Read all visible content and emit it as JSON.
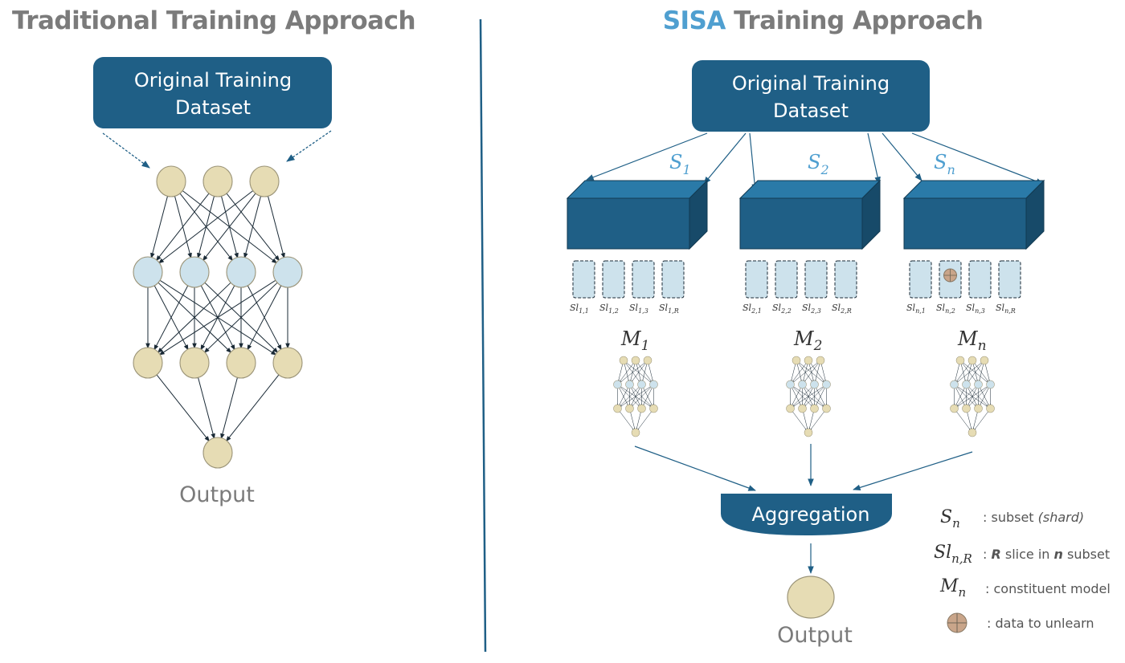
{
  "left": {
    "title": "Traditional Training Approach",
    "dataset_box": {
      "line1": "Original Training",
      "line2": "Dataset"
    },
    "network_layers": [
      3,
      4,
      4,
      1
    ],
    "output_label": "Output"
  },
  "right": {
    "title_accent": "SISA",
    "title_rest": " Training Approach",
    "dataset_box": {
      "line1": "Original Training",
      "line2": "Dataset"
    },
    "shards": [
      {
        "label_base": "S",
        "label_sub": "1",
        "model_base": "M",
        "model_sub": "1",
        "slices": [
          {
            "base": "Sl",
            "sub": "1,1"
          },
          {
            "base": "Sl",
            "sub": "1,2"
          },
          {
            "base": "Sl",
            "sub": "1,3"
          },
          {
            "base": "Sl",
            "sub": "1,R"
          }
        ]
      },
      {
        "label_base": "S",
        "label_sub": "2",
        "model_base": "M",
        "model_sub": "2",
        "slices": [
          {
            "base": "Sl",
            "sub": "2,1"
          },
          {
            "base": "Sl",
            "sub": "2,2"
          },
          {
            "base": "Sl",
            "sub": "2,3"
          },
          {
            "base": "Sl",
            "sub": "2,R"
          }
        ]
      },
      {
        "label_base": "S",
        "label_sub": "n",
        "model_base": "M",
        "model_sub": "n",
        "unlearn_slice_index": 1,
        "slices": [
          {
            "base": "Sl",
            "sub": "n,1"
          },
          {
            "base": "Sl",
            "sub": "n,2"
          },
          {
            "base": "Sl",
            "sub": "n,3"
          },
          {
            "base": "Sl",
            "sub": "n,R"
          }
        ]
      }
    ],
    "aggregation_label": "Aggregation",
    "output_label": "Output",
    "legend": {
      "shard": {
        "base": "S",
        "sub": "n",
        "text": ": subset ",
        "text_italic": "(shard)"
      },
      "slice": {
        "base": "Sl",
        "sub": "n,R",
        "prefix": ": ",
        "bold_r": "R",
        "mid": " slice in ",
        "bold_n": "n",
        "suffix": " subset"
      },
      "model": {
        "base": "M",
        "sub": "n",
        "text": ": constituent model"
      },
      "unlearn": {
        "icon": "unlearn-point-icon",
        "text": ": data to unlearn"
      }
    }
  },
  "colors": {
    "box_fill": "#1f5f86",
    "box_fill_light": "#2a7aa8",
    "box_fill_dark": "#174a69",
    "node_tan": "#e6dcb4",
    "node_blue": "#cde2ec",
    "node_stroke": "#9b9478",
    "title_gray": "#7b7b7b",
    "accent": "#4f9fd0",
    "divider": "#1f5f86"
  }
}
